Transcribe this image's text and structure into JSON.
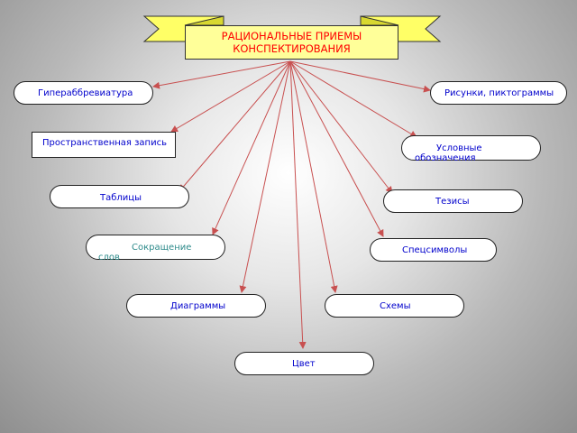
{
  "title": {
    "line1": "РАЦИОНАЛЬНЫЕ ПРИЕМЫ",
    "line2": "КОНСПЕКТИРОВАНИЯ"
  },
  "nodes": [
    {
      "id": "giper",
      "label": "Гипераббревиатура"
    },
    {
      "id": "risunki",
      "label": "Рисунки, пиктограммы"
    },
    {
      "id": "prostr",
      "label": "Пространственная запись"
    },
    {
      "id": "uslovnye",
      "line1": "Условные",
      "line2": "обозначения"
    },
    {
      "id": "tablicy",
      "label": "Таблицы"
    },
    {
      "id": "tezisy",
      "label": "Тезисы"
    },
    {
      "id": "sokr",
      "line1": "Сокращение",
      "line2": "слов"
    },
    {
      "id": "specsim",
      "label": "Спецсимволы"
    },
    {
      "id": "diagr",
      "label": "Диаграммы"
    },
    {
      "id": "shemy",
      "label": "Схемы"
    },
    {
      "id": "cvet",
      "label": "Цвет"
    }
  ],
  "colors": {
    "title_text": "#ff0000",
    "title_fill": "#ffff99",
    "node_text": "#0000cc",
    "arrow": "#c85050"
  }
}
